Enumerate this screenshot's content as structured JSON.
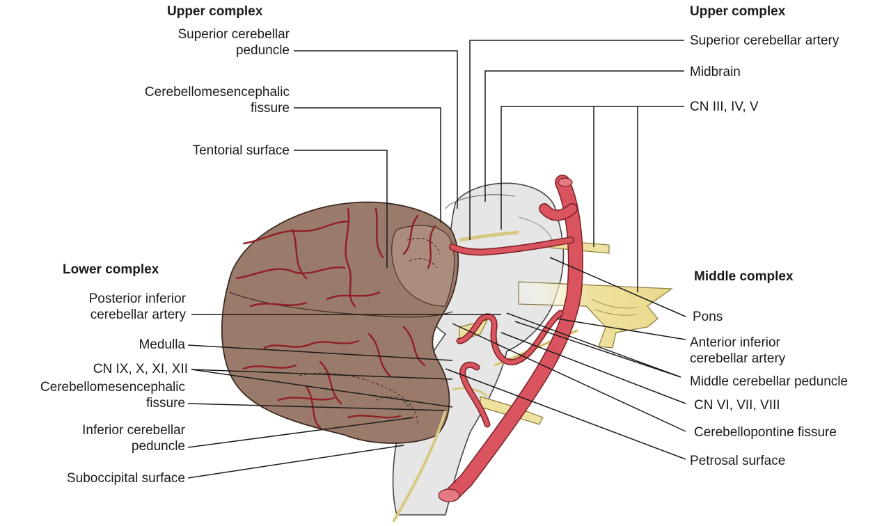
{
  "headings": {
    "upper_left": "Upper complex",
    "upper_right": "Upper complex",
    "lower": "Lower complex",
    "middle": "Middle complex"
  },
  "labels_left": {
    "superior_cerebellar_peduncle": [
      "Superior cerebellar",
      "peduncle"
    ],
    "cerebellomesencephalic_fissure_upper": [
      "Cerebellomesencephalic",
      "fissure"
    ],
    "tentorial_surface": "Tentorial surface",
    "posterior_inferior_cerebellar_artery": [
      "Posterior inferior",
      "cerebellar artery"
    ],
    "medulla": "Medulla",
    "cn_ix_x_xi_xii": "CN IX, X, XI, XII",
    "cerebellomesencephalic_fissure_lower": [
      "Cerebellomesencephalic",
      "fissure"
    ],
    "inferior_cerebellar_peduncle": [
      "Inferior cerebellar",
      "peduncle"
    ],
    "suboccipital_surface": "Suboccipital surface"
  },
  "labels_right": {
    "superior_cerebellar_artery": "Superior cerebellar artery",
    "midbrain": "Midbrain",
    "cn_iii_iv_v": "CN III, IV, V",
    "pons": "Pons",
    "anterior_inferior_cerebellar_artery": [
      "Anterior inferior",
      "cerebellar artery"
    ],
    "middle_cerebellar_peduncle": "Middle cerebellar peduncle",
    "cn_vi_vii_viii": "CN VI, VII, VIII",
    "cerebellopontine_fissure": "Cerebellopontine fissure",
    "petrosal_surface": "Petrosal surface"
  },
  "colors": {
    "cerebellum": "#9a7a6b",
    "cerebellum_vessels": "#8f1f24",
    "brainstem": "#e6e6e6",
    "artery": "#d9545e",
    "nerve": "#efe1a0",
    "leader_line": "#1a1a1a"
  }
}
